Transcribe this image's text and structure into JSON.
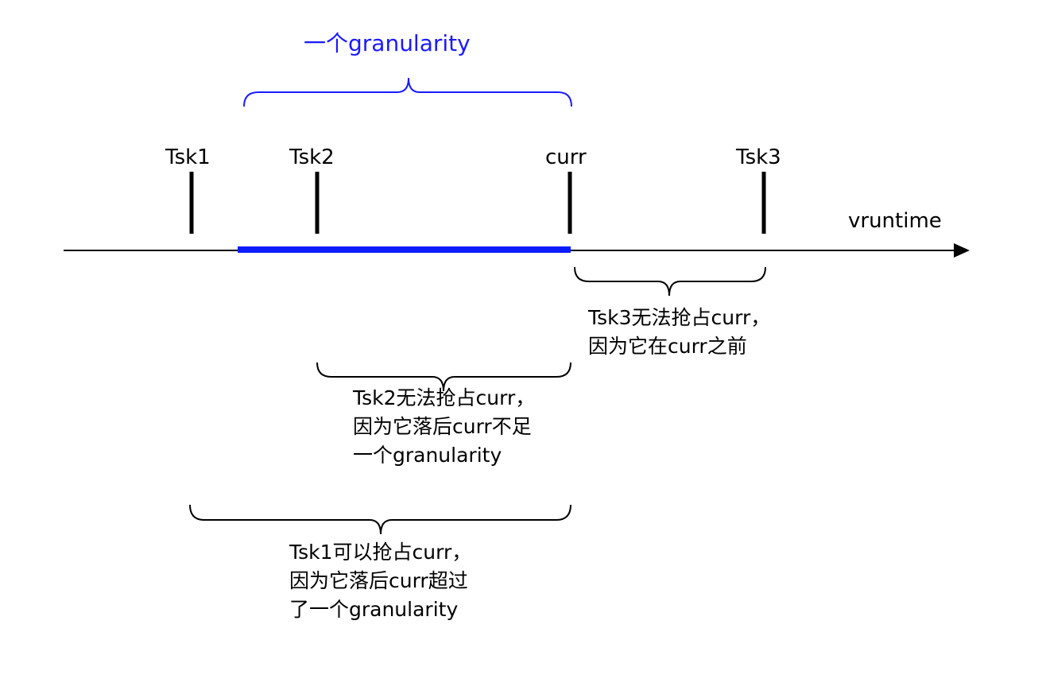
{
  "colors": {
    "axis": "#000000",
    "highlight": "#0a1cff",
    "granularity_text": "#1a1aff"
  },
  "granularity_label": "一个granularity",
  "axis_label": "vruntime",
  "ticks": {
    "tsk1": "Tsk1",
    "tsk2": "Tsk2",
    "curr": "curr",
    "tsk3": "Tsk3"
  },
  "notes": {
    "tsk3": [
      "Tsk3无法抢占curr，",
      "因为它在curr之前"
    ],
    "tsk2": [
      "Tsk2无法抢占curr，",
      "因为它落后curr不足",
      "一个granularity"
    ],
    "tsk1": [
      "Tsk1可以抢占curr，",
      "因为它落后curr超过",
      "了一个granularity"
    ]
  }
}
